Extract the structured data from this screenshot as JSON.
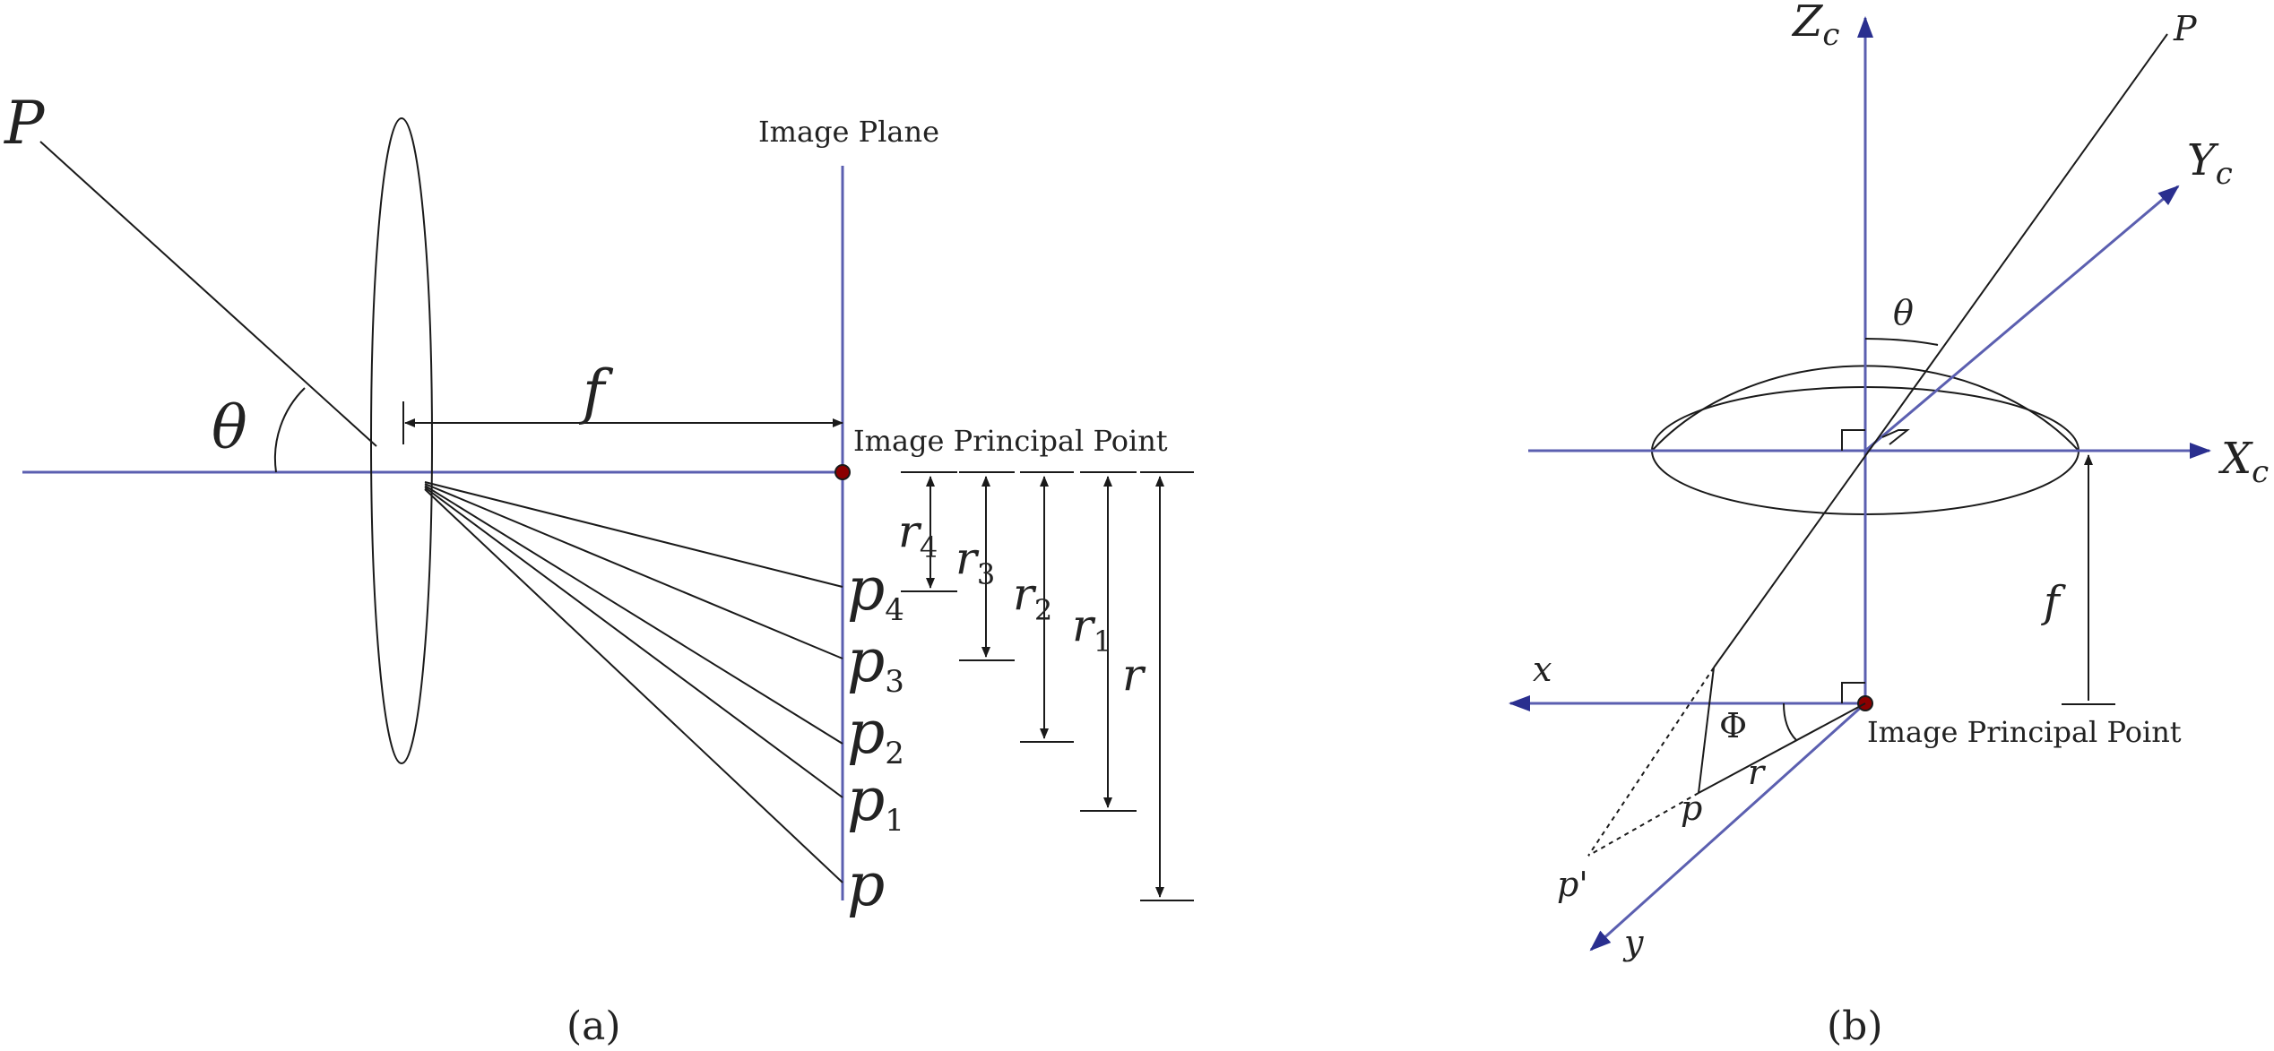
{
  "colors": {
    "axis": "#5b5fb0",
    "line": "#1a1a1a",
    "point": "#8b0000",
    "text": "#222222"
  },
  "panel_a": {
    "caption": "(a)",
    "image_plane_label": "Image Plane",
    "principal_point_label": "Image Principal Point",
    "object_point": "P",
    "angle_symbol": "θ",
    "focal_symbol": "f",
    "image_points": [
      {
        "base": "p",
        "sub": "4"
      },
      {
        "base": "p",
        "sub": "3"
      },
      {
        "base": "p",
        "sub": "2"
      },
      {
        "base": "p",
        "sub": "1"
      },
      {
        "base": "p",
        "sub": ""
      }
    ],
    "radii": [
      {
        "base": "r",
        "sub": "4"
      },
      {
        "base": "r",
        "sub": "3"
      },
      {
        "base": "r",
        "sub": "2"
      },
      {
        "base": "r",
        "sub": "1"
      },
      {
        "base": "r",
        "sub": ""
      }
    ]
  },
  "panel_b": {
    "caption": "(b)",
    "axis_zc": {
      "base": "Z",
      "sub": "c"
    },
    "axis_yc": {
      "base": "Y",
      "sub": "c"
    },
    "axis_xc": {
      "base": "X",
      "sub": "c"
    },
    "object_point": "P",
    "angle_theta": "θ",
    "angle_phi": "Φ",
    "focal_symbol": "f",
    "x_axis": "x",
    "y_axis": "y",
    "point_p": "p",
    "point_p_prime": "p'",
    "radius": "r",
    "principal_point_label": "Image Principal Point"
  }
}
